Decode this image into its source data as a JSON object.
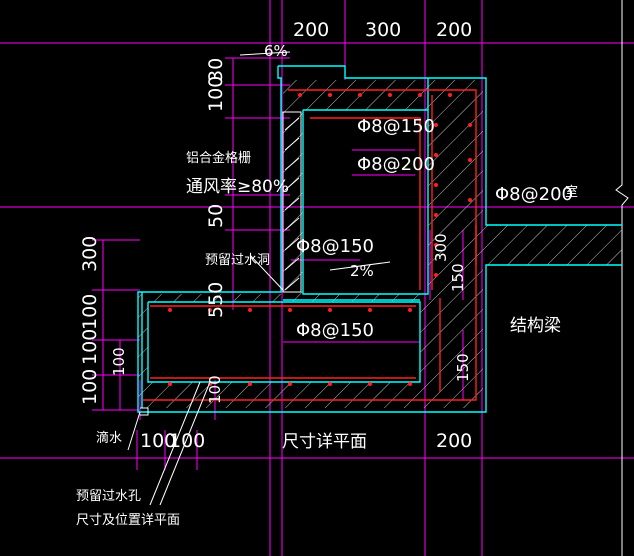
{
  "colors": {
    "background": "#000000",
    "dimension_lines": "#ff00ff",
    "outline": "#00ffff",
    "rebar": "#ff2020",
    "text": "#ffffff",
    "hatch": "#c8c8c8"
  },
  "top_dimensions": [
    "200",
    "300",
    "200"
  ],
  "slope_top": "6%",
  "left_vertical_dims_upper": [
    "30",
    "100"
  ],
  "left_vertical_dims_lower": [
    "300",
    "100",
    "100",
    "100"
  ],
  "inner_dims": {
    "dim_50": "50",
    "dim_550": "550",
    "dim_100_left": "100",
    "dim_100_bottom": "100",
    "dim_300": "300",
    "dim_150_right_upper": "150",
    "dim_150_right_lower": "150"
  },
  "bottom_dims": [
    "100",
    "100",
    "200"
  ],
  "rebar_labels": {
    "r1": "Φ8@150",
    "r2": "Φ8@200",
    "r3": "Φ8@200",
    "r4": "Φ8@150",
    "r5": "Φ8@150"
  },
  "notes": {
    "louver": "铝合金格栅",
    "ventilation": "通风率≥80%",
    "slot": "预留过水洞",
    "slope": "2%",
    "room_suffix": "室",
    "beam": "结构梁",
    "drip": "滴水",
    "hole_line1": "预留过水孔",
    "hole_line2": "尺寸及位置详平面",
    "bottom_title": "尺寸详平面"
  }
}
